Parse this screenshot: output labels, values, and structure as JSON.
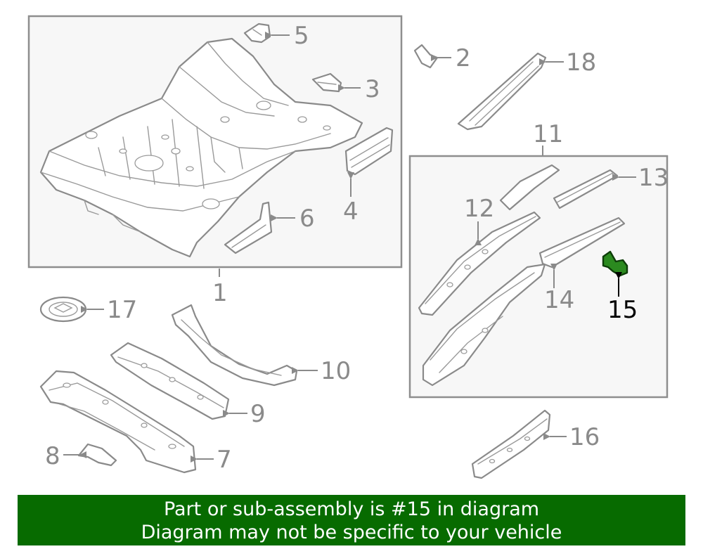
{
  "callouts": {
    "c1": "1",
    "c2": "2",
    "c3": "3",
    "c4": "4",
    "c5": "5",
    "c6": "6",
    "c7": "7",
    "c8": "8",
    "c9": "9",
    "c10": "10",
    "c11": "11",
    "c12": "12",
    "c13": "13",
    "c14": "14",
    "c15": "15",
    "c16": "16",
    "c17": "17",
    "c18": "18"
  },
  "highlighted_part": "15",
  "colors": {
    "banner_bg": "#076b00",
    "highlight_fill": "#2b8a1f",
    "line_gray": "#8a8a8a"
  },
  "banner": {
    "line1": "Part or sub-assembly is #15 in diagram",
    "line2": "Diagram may not be specific to your vehicle"
  }
}
